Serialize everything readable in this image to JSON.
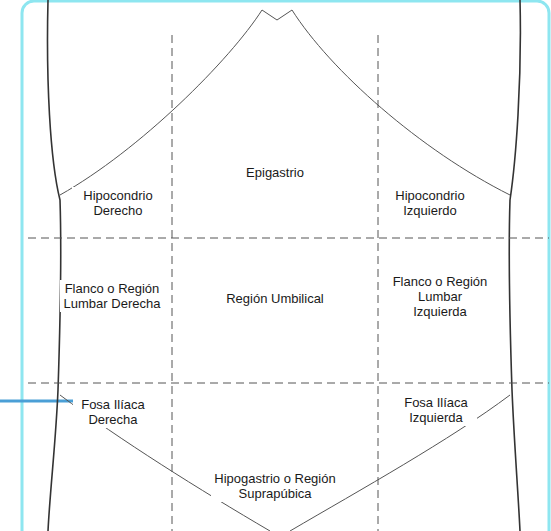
{
  "diagram": {
    "labels": [
      "Epigastrio",
      "Hipocondrio Derecho",
      "Hipocondrio Izquierdo",
      "Flanco o Región Lumbar Derecha",
      "Región Umbilical",
      "Flanco o Región Lumbar Izquierda",
      "Fosa Ilíaca Derecha",
      "Fosa Ilíaca Izquierda",
      "Hipogastrio o Región Suprapúbica"
    ]
  }
}
